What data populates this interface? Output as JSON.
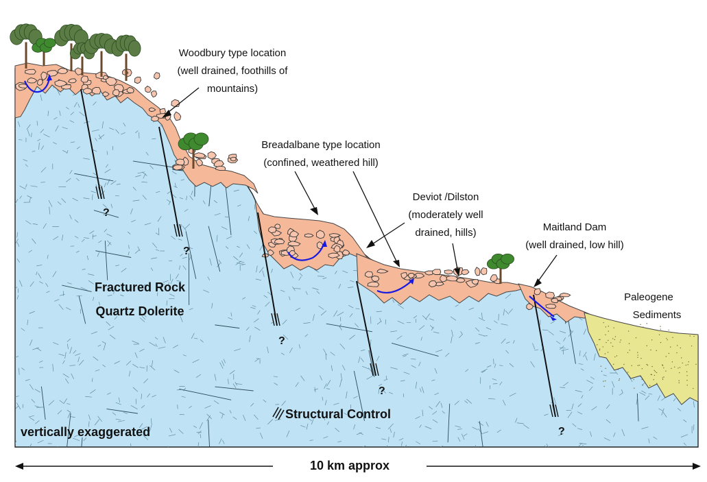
{
  "diagram": {
    "rock_label_line1": "Fractured Rock",
    "rock_label_line2": "Quartz Dolerite",
    "exaggeration_note": "vertically exaggerated",
    "structural_control": "Structural Control",
    "scale_text": "10 km approx",
    "fault_question_mark": "?",
    "sediments_line1": "Paleogene",
    "sediments_line2": "Sediments",
    "locations": [
      {
        "lines": [
          "Woodbury type location",
          "(well drained, foothills of",
          "mountains)"
        ]
      },
      {
        "lines": [
          "Breadalbane type location",
          "(confined, weathered hill)"
        ]
      },
      {
        "lines": [
          "Deviot /Dilston",
          "(moderately well",
          "drained, hills)"
        ]
      },
      {
        "lines": [
          "Maitland Dam",
          "(well drained, low hill)"
        ]
      }
    ]
  },
  "colors": {
    "rock": "#bfe3f4",
    "rock_texture": "#5f8aa0",
    "regolith": "#f5b99a",
    "sediment": "#e8e691",
    "flow_arrow": "#1a1adf",
    "tree_canopy": "#3f8a2f",
    "tree_trunk": "#6b4a2b"
  }
}
